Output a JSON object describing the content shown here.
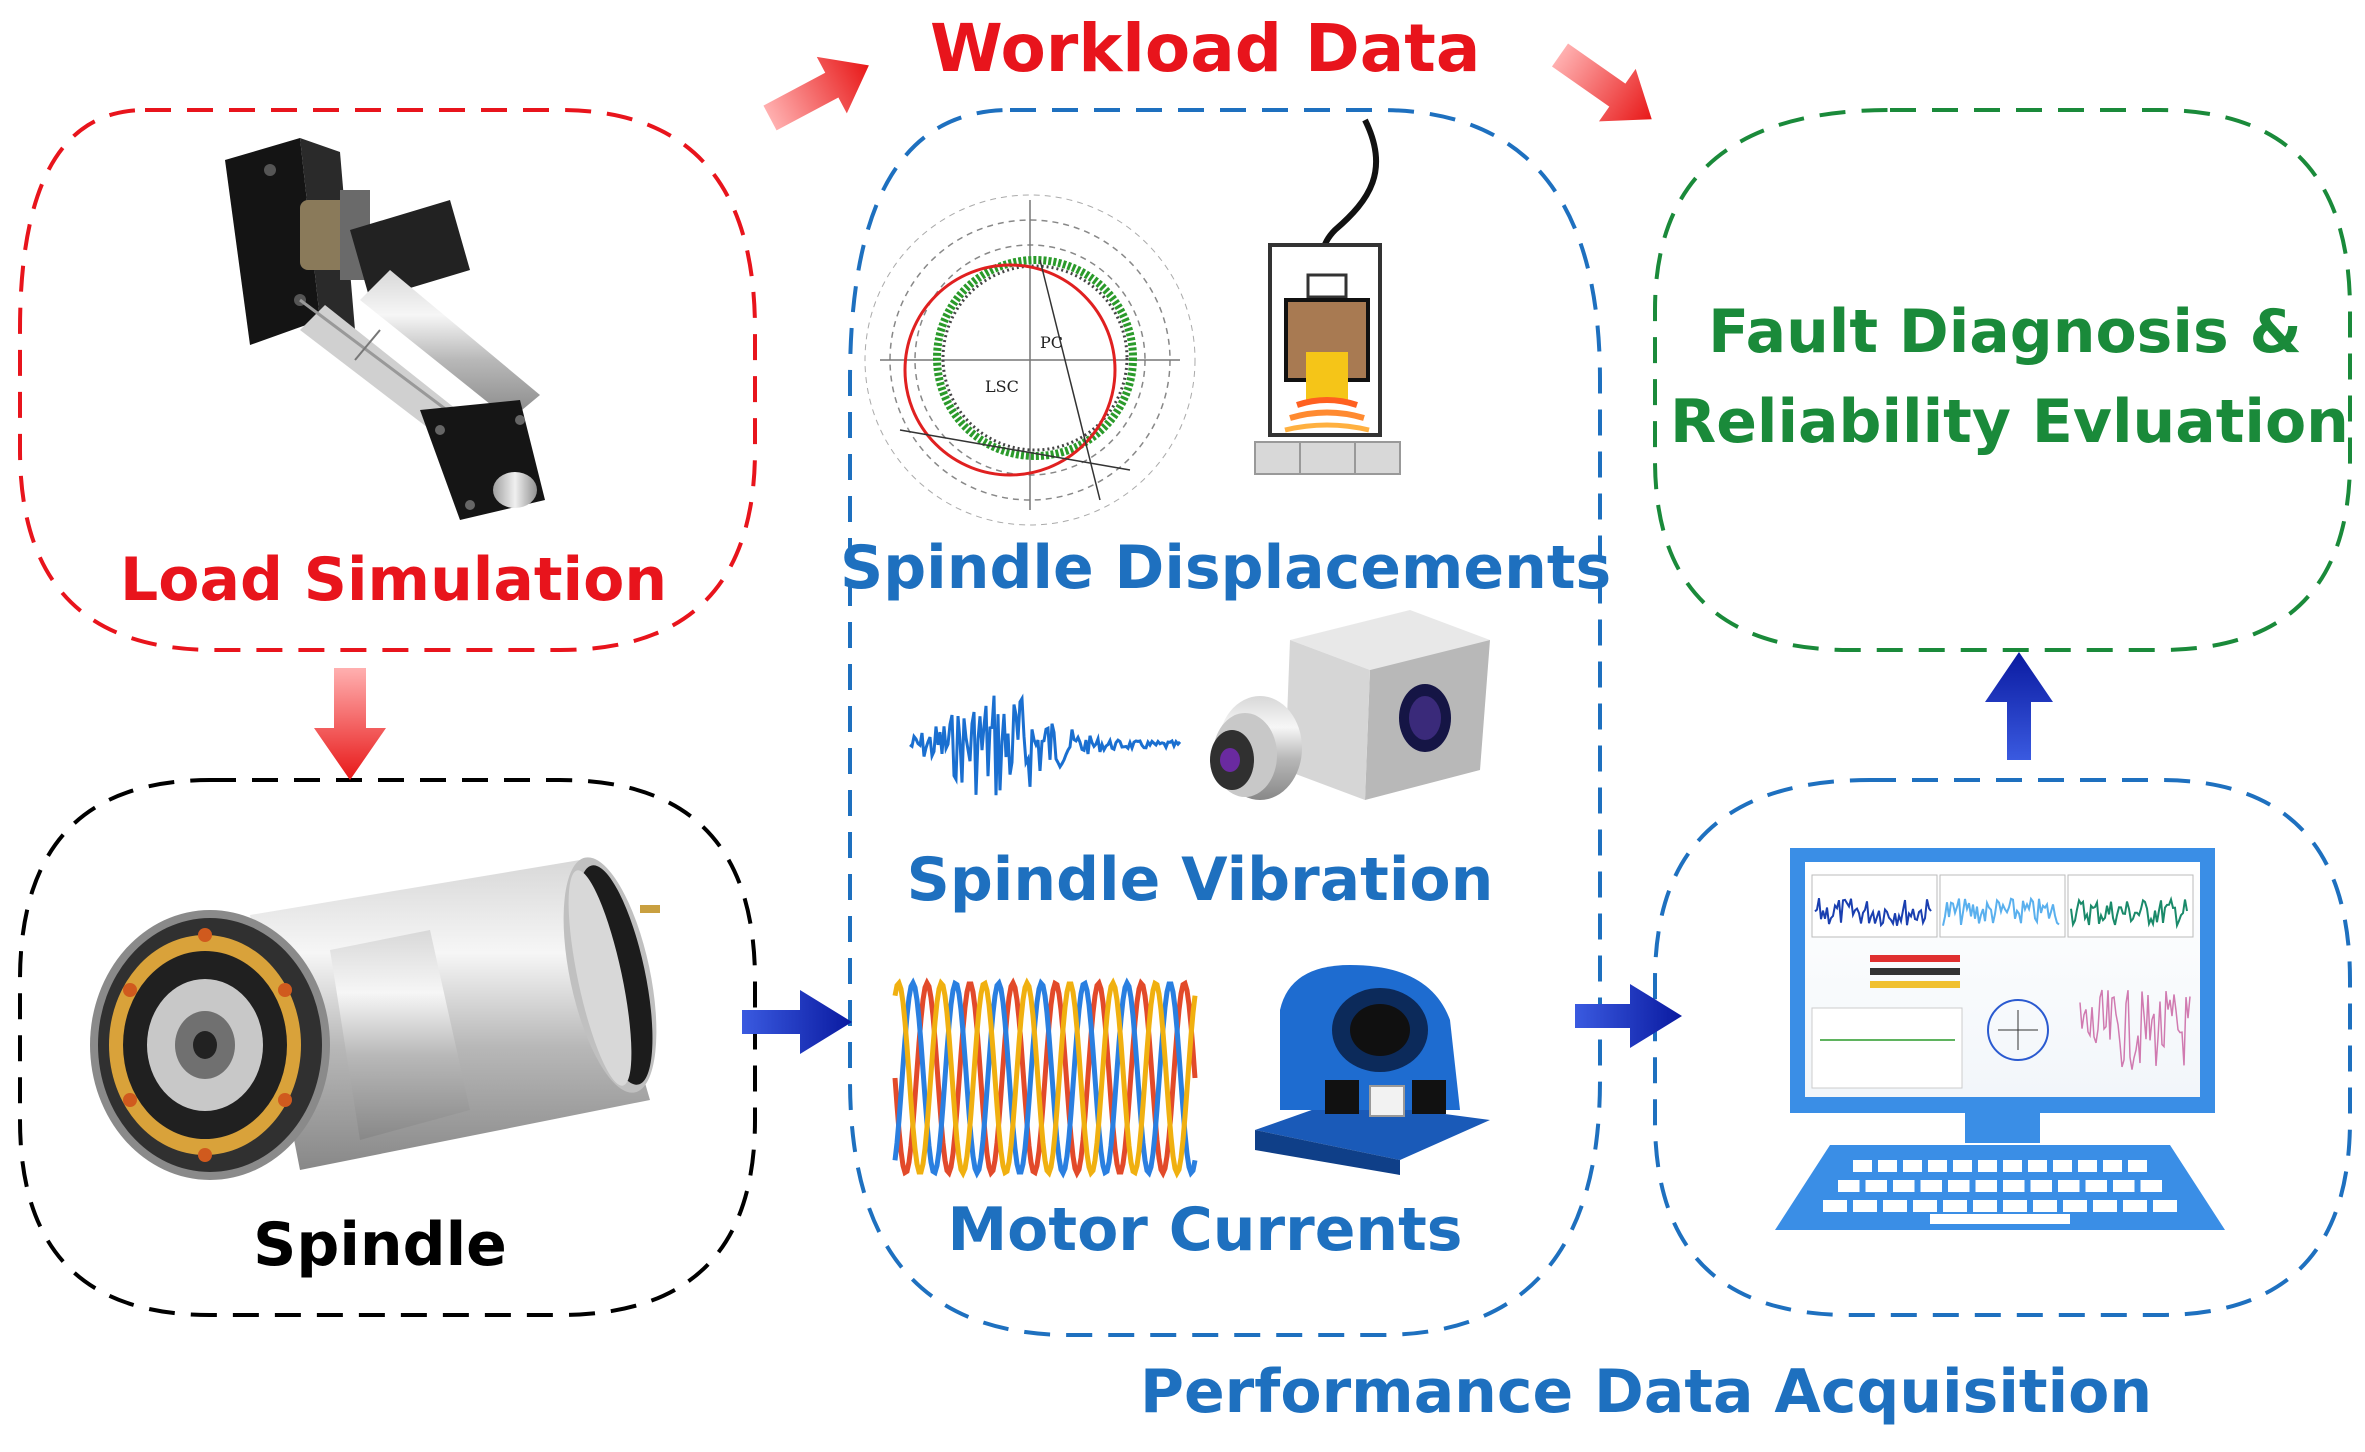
{
  "diagram": {
    "workload_title": "Workload Data",
    "load_simulation": "Load Simulation",
    "spindle": "Spindle",
    "spindle_displacements": "Spindle Displacements",
    "spindle_vibration": "Spindle Vibration",
    "motor_currents": "Motor Currents",
    "fault_diagnosis_line1": "Fault Diagnosis &",
    "fault_diagnosis_line2": "Reliability Evluation",
    "performance_acquisition": "Performance Data Acquisition",
    "displacement_plot_labels": [
      "PC",
      "LSC"
    ]
  },
  "colors": {
    "red": "#e8141c",
    "blue": "#1e70bf",
    "green": "#1a8a3a",
    "black": "#000000",
    "arrow_red": "#f04a4a",
    "arrow_blue": "#1230b8",
    "current_phases": [
      "#e24a2a",
      "#2a7fe0",
      "#f0b010"
    ]
  },
  "icons": [
    "linear-actuator-icon",
    "spindle-motor-icon",
    "displacement-sensor-icon",
    "accelerometer-icon",
    "current-sensor-icon",
    "computer-monitor-icon",
    "laptop-keyboard-icon"
  ]
}
